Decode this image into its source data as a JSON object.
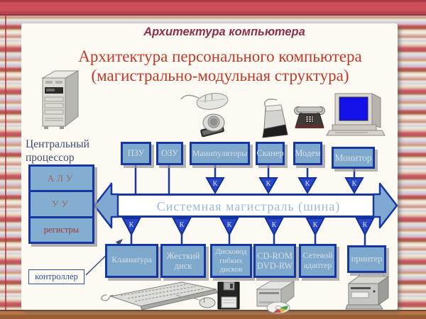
{
  "window": {
    "title": "Архитектура компьютера"
  },
  "heading": {
    "line1": "Архитектура персонального компьютера",
    "line2": "(магистрально-модульная структура)"
  },
  "cpu": {
    "label_line1": "Центральный",
    "label_line2": "процессор",
    "units": [
      {
        "label": "АЛУ"
      },
      {
        "label": "УУ"
      },
      {
        "label": "регистры"
      }
    ]
  },
  "bus": {
    "label": "Системная магистраль (шина)"
  },
  "controller": {
    "label": "контроллер",
    "symbol": "К"
  },
  "top_devices": [
    {
      "label": "ПЗУ",
      "has_controller": false
    },
    {
      "label": "ОЗУ",
      "has_controller": false
    },
    {
      "label": "Манипуляторы",
      "has_controller": true
    },
    {
      "label": "Сканер",
      "has_controller": true
    },
    {
      "label": "Модем",
      "has_controller": true
    },
    {
      "label": "Монитор",
      "has_controller": true
    }
  ],
  "bottom_devices": [
    {
      "label": "Клавиатура",
      "has_controller": true
    },
    {
      "label": "Жесткий диск",
      "has_controller": true
    },
    {
      "label": "Дисковод гибких дисков",
      "has_controller": true
    },
    {
      "label": "CD-ROM DVD-RW",
      "has_controller": true
    },
    {
      "label": "Сетевой адаптер",
      "has_controller": true
    },
    {
      "label": "принтер",
      "has_controller": true
    }
  ],
  "icons": {
    "system-unit-icon": "desktop tower computer clipart",
    "mouse-icon": "computer mouse clipart",
    "trackball-icon": "trackball manipulator clipart",
    "scanner-icon": "handheld scanner clipart",
    "phone-icon": "telephone (modem) clipart",
    "desktop-computer-icon": "monitor with system unit clipart",
    "keyboard-icon": "keyboard with mouse clipart",
    "floppy-icon": "floppy disk clipart",
    "cd-drive-icon": "CD drive with rainbow disc clipart",
    "printer-icon": "printer clipart"
  },
  "colors": {
    "heading_red": "#c33a28",
    "title_maroon": "#8e2f49",
    "box_fill": "#7fa9cc",
    "box_border": "#16379f",
    "triangle_fill": "#2a46c8",
    "bus_text": "#9db9d4",
    "cpu_label_text": "#3b4c70",
    "top_band": "#cb4f58",
    "bottom_band": "#9c5f35"
  }
}
